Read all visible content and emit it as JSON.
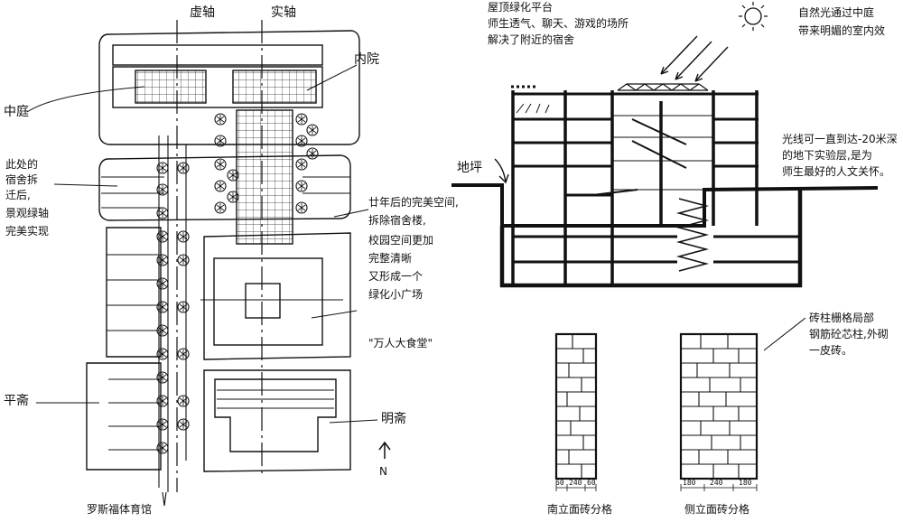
{
  "site_plan": {
    "label_virtual_axis": "虚轴",
    "label_real_axis": "实轴",
    "label_inner_court": "内院",
    "label_middle_court": "中庭",
    "note_left": [
      "此处的",
      "宿舍拆",
      "迁后,",
      "景观绿轴",
      "完美实现"
    ],
    "note_right": [
      "廿年后的完美空间,",
      "拆除宿舍楼,",
      "校园空间更加",
      "完整清晰",
      "又形成一个",
      "绿化小广场"
    ],
    "label_canteen": "\"万人大食堂\"",
    "label_mingzhai": "明斋",
    "label_pingzhai": "平斋",
    "label_gym": "罗斯福体育馆",
    "north_arrow": "N"
  },
  "section": {
    "note_roof": [
      "屋顶绿化平台",
      "师生透气、聊天、游戏的场所",
      "解决了附近的宿舍"
    ],
    "note_sun": [
      "自然光通过中庭",
      "带来明媚的室内效"
    ],
    "note_light": [
      "光线可一直到达-20米深",
      "的地下实验层,是为",
      "师生最好的人文关怀。"
    ],
    "label_ground": "地坪"
  },
  "brick_details": {
    "note_brick": [
      "砖柱栅格局部",
      "钢筋砼芯柱,外砌",
      "一皮砖。"
    ],
    "caption_front": "南立面砖分格",
    "caption_side": "侧立面砖分格",
    "dims_front": [
      "60",
      "240",
      "60"
    ],
    "dims_side": [
      "180",
      "240",
      "180"
    ]
  }
}
